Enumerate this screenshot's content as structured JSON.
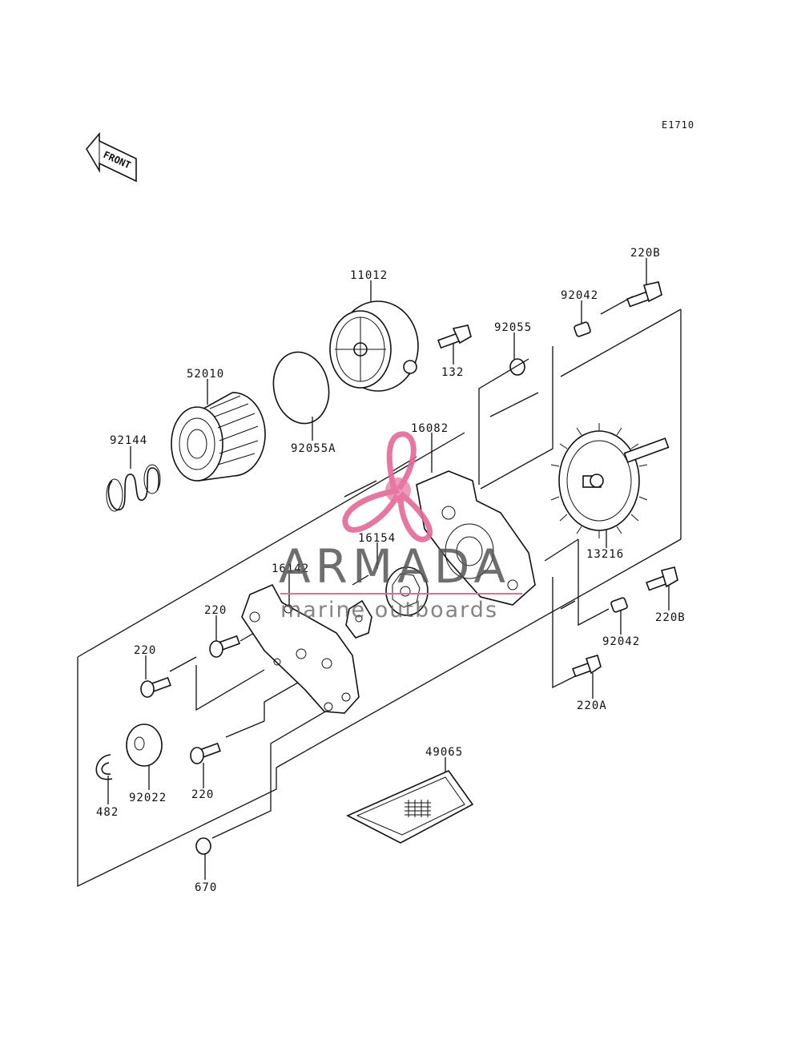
{
  "diagram_code": "E1710",
  "front_label": "FRONT",
  "watermark": {
    "brand": "ARMADA",
    "tagline": "marine outboards",
    "accent_color": "#e36a9a"
  },
  "parts": {
    "p11012": "11012",
    "p220B_top": "220B",
    "p92042_top": "92042",
    "p92055": "92055",
    "p132": "132",
    "p52010": "52010",
    "p92055A": "92055A",
    "p92144": "92144",
    "p16082": "16082",
    "p13216": "13216",
    "p16154": "16154",
    "p16142": "16142",
    "p220_a": "220",
    "p220_b": "220",
    "p220_c": "220",
    "p220B_right": "220B",
    "p92042_right": "92042",
    "p220A": "220A",
    "p49065": "49065",
    "p482": "482",
    "p92022": "92022",
    "p670": "670"
  }
}
